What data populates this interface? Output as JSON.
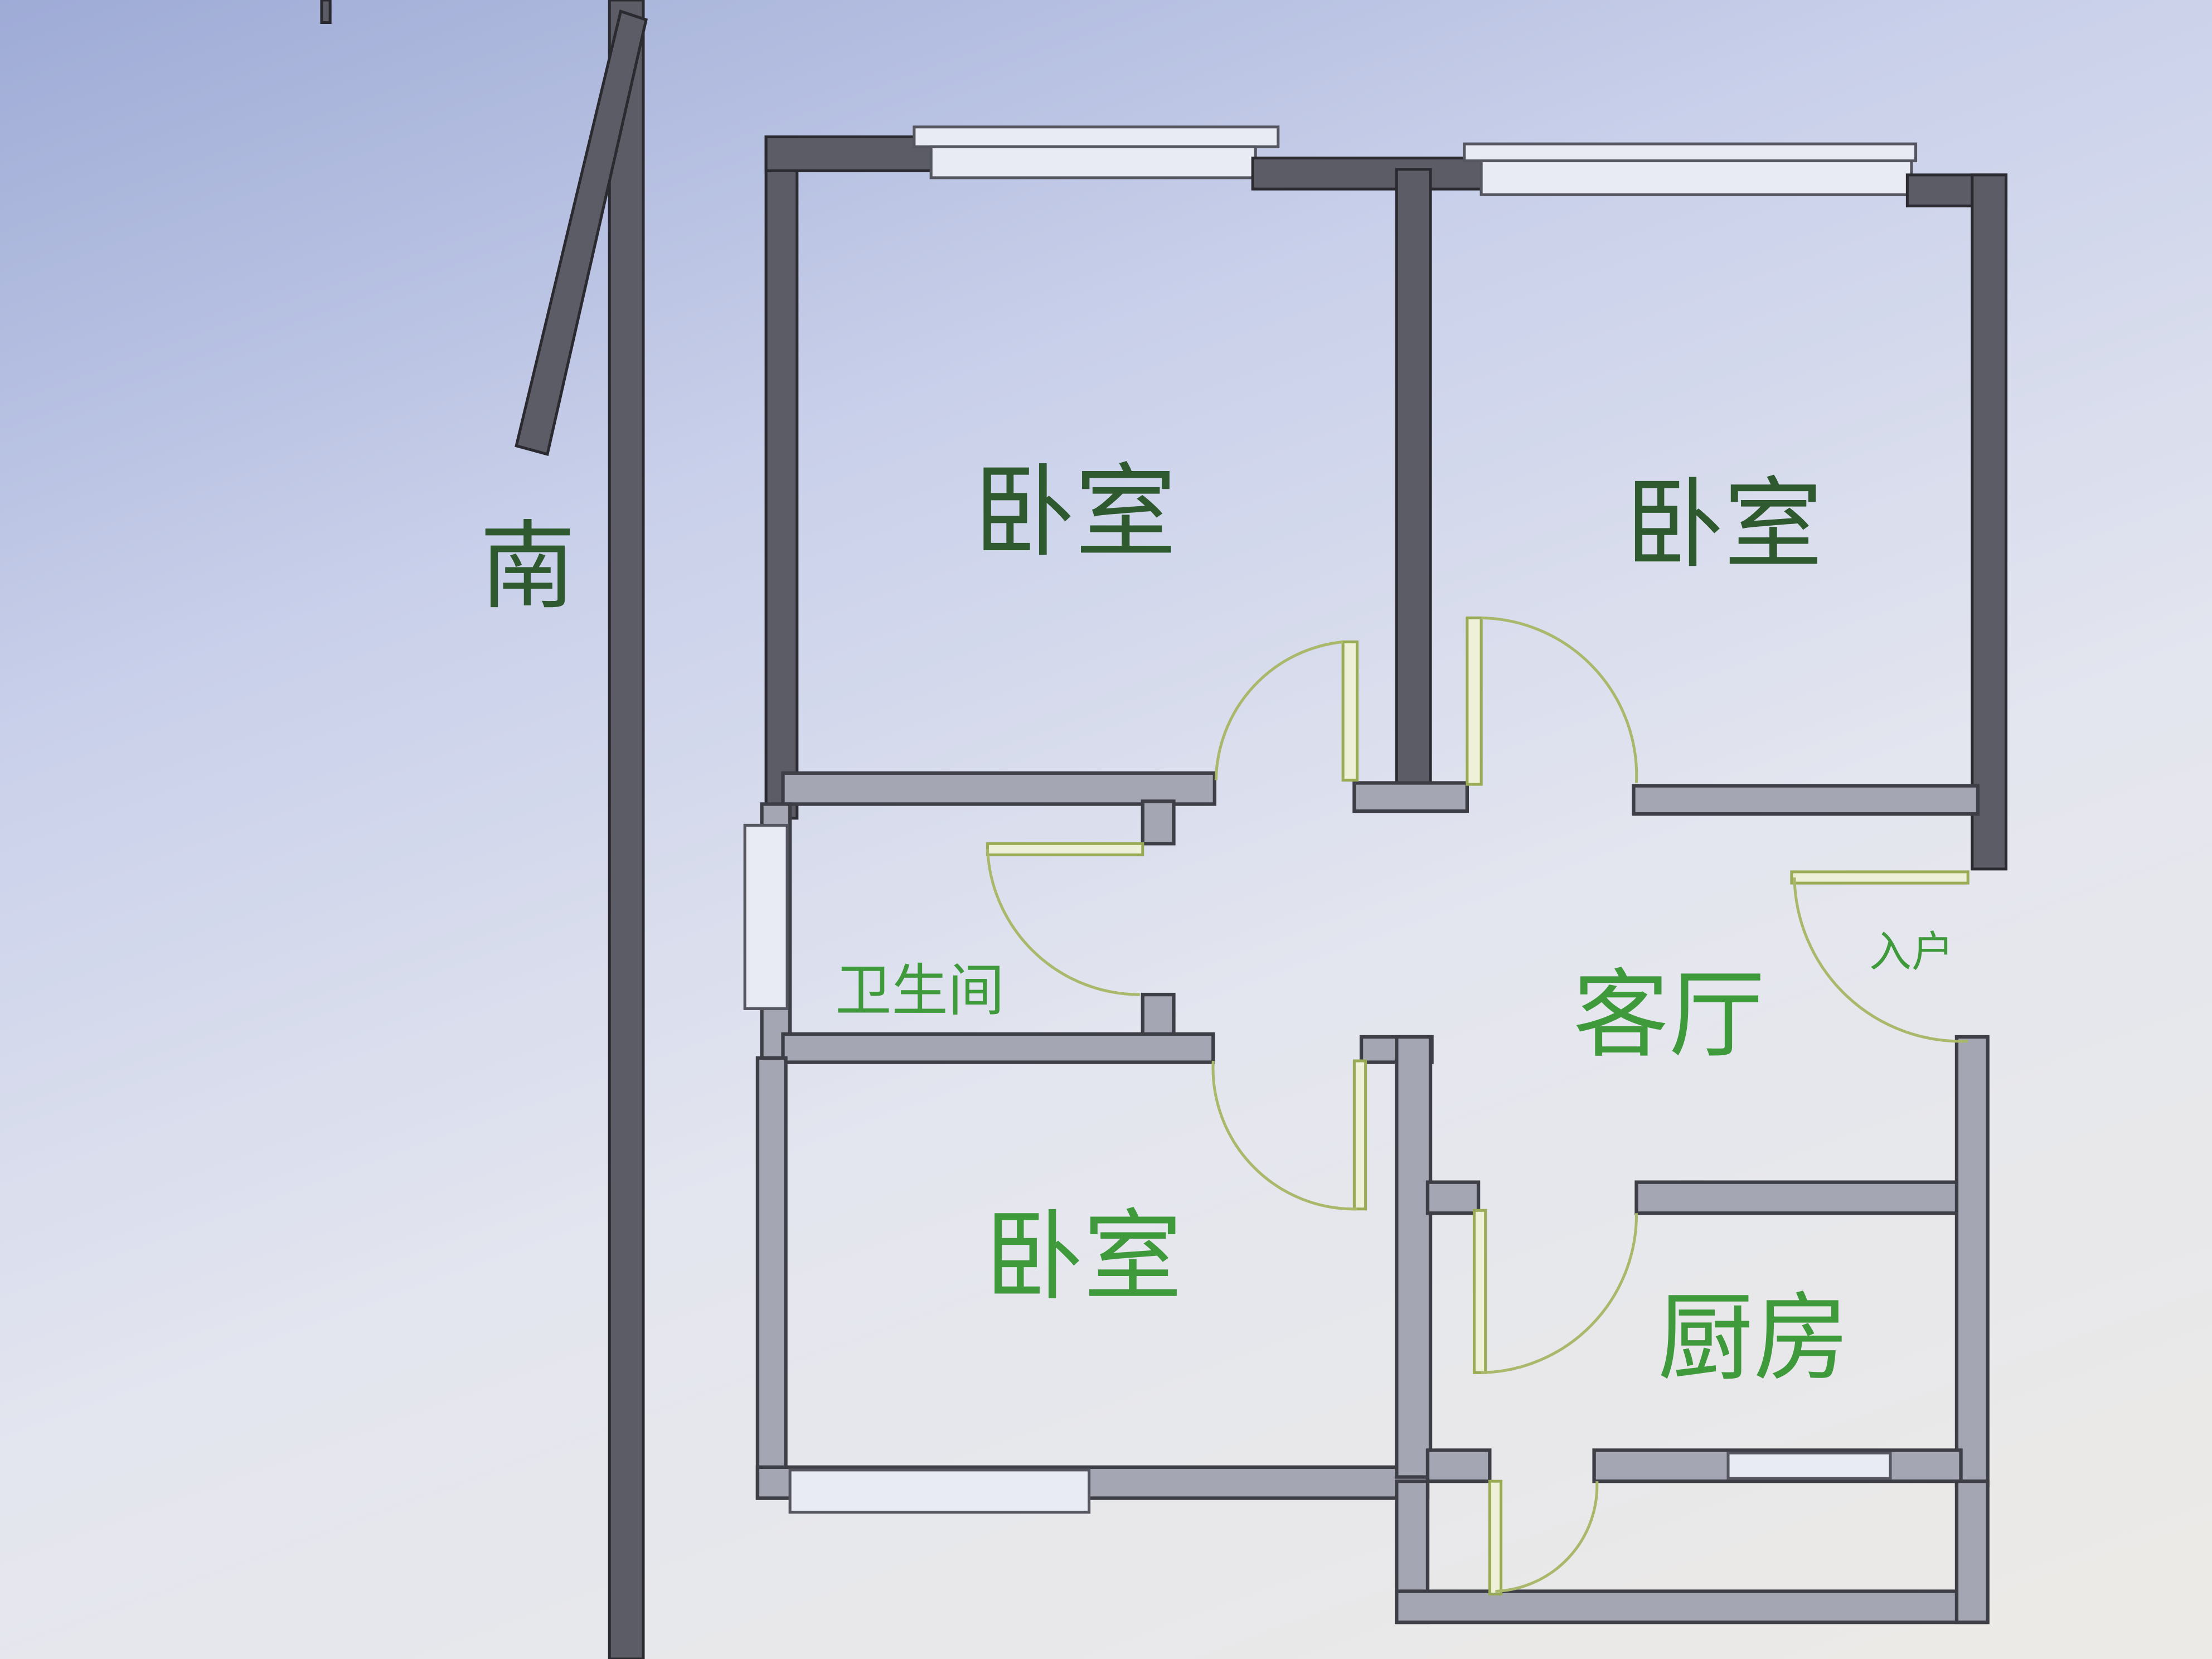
{
  "plan": {
    "compass_label": "南",
    "rooms": {
      "bedroom_top_left": "卧室",
      "bedroom_top_right": "卧室",
      "bedroom_bottom_left": "卧室",
      "bathroom": "卫生间",
      "living_room": "客厅",
      "entrance": "入户",
      "kitchen": "厨房"
    }
  },
  "colors": {
    "label_dark": "#2f5a2f",
    "label_green": "#3f9a3c",
    "wall": "#a4a6b4",
    "door_arc": "#a9b86a"
  }
}
